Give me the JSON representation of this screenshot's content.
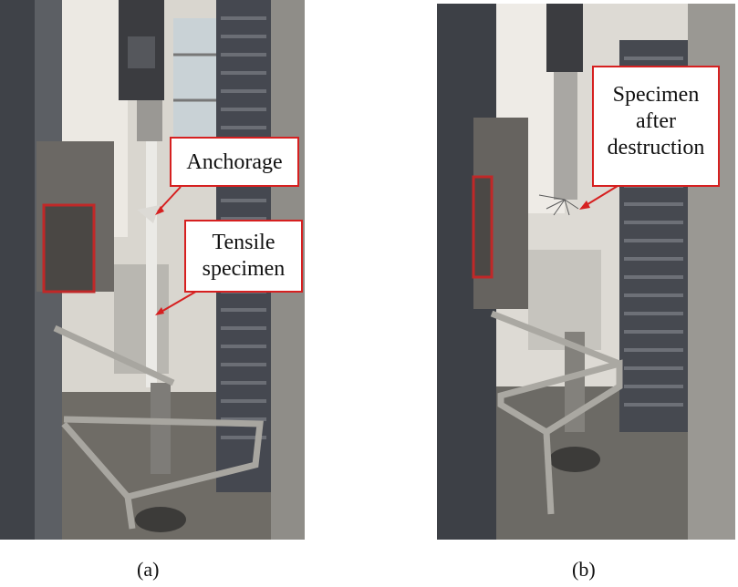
{
  "figure": {
    "panel_a": {
      "caption": "(a)",
      "labels": {
        "anchorage": "Anchorage",
        "tensile_line1": "Tensile",
        "tensile_line2": "specimen"
      }
    },
    "panel_b": {
      "caption": "(b)",
      "labels": {
        "line1": "Specimen",
        "line2": "after",
        "line3": "destruction"
      }
    },
    "colors": {
      "callout_border": "#d62020",
      "arrow": "#d62020",
      "machine_gray": "#4a4d52",
      "wall": "#e8e6e1"
    }
  }
}
